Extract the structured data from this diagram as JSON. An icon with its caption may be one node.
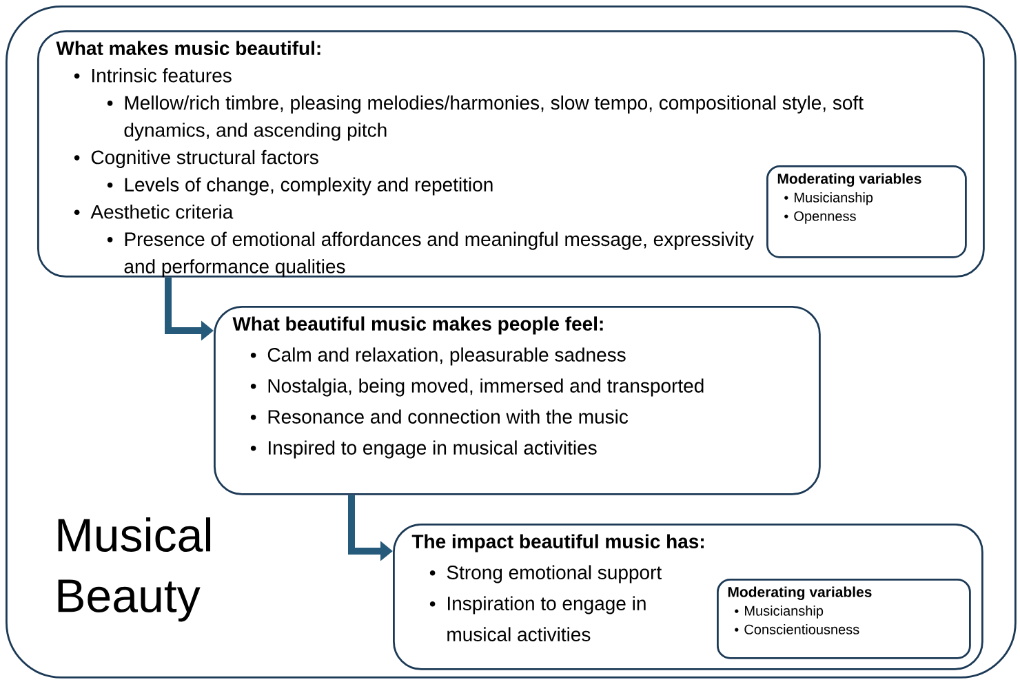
{
  "diagram": {
    "nodes": [
      {
        "text": [
          "Musical Beauty"
        ]
      },
      {
        "text": [
          "What makes music beautiful:",
          "Intrinsic features",
          "Mellow/rich timbre, pleasing melodies/harmonies, slow tempo, compositional style, soft dynamics, and ascending pitch",
          "Cognitive structural factors",
          "Levels of change, complexity and repetition",
          "Aesthetic criteria",
          "Presence of emotional affordances and meaningful message, expressivity and performance qualities"
        ],
        "in": 0
      },
      {
        "text": [
          "Moderating variables",
          "Musicianship",
          "Openness"
        ],
        "in": 1
      },
      {
        "text": [
          "What beautiful music makes people feel:",
          "Calm and relaxation, pleasurable sadness",
          "Nostalgia, being moved, immersed and transported",
          "Resonance and connection with the music",
          "Inspired to engage in musical activities"
        ],
        "in": 0
      },
      {
        "text": [
          "The impact beautiful music has:",
          "Strong emotional support",
          "Inspiration to engage in musical activities"
        ],
        "in": 0
      },
      {
        "text": [
          "Moderating variables",
          "Musicianship",
          "Conscientiousness"
        ],
        "in": 4
      }
    ],
    "edges": [
      {
        "from": 1,
        "to": 3,
        "arrow": "to"
      },
      {
        "from": 3,
        "to": 4,
        "arrow": "to"
      }
    ]
  }
}
